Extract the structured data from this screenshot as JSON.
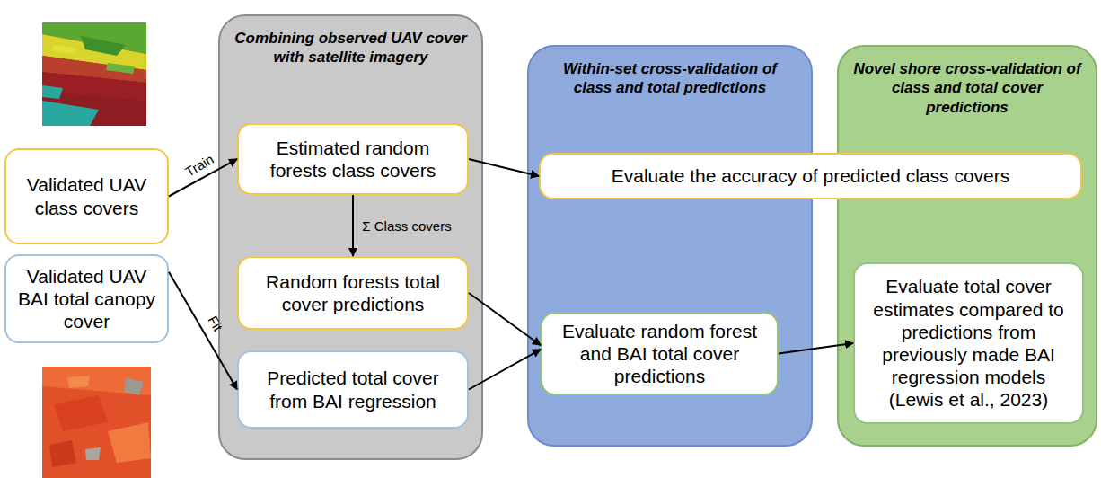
{
  "diagram": {
    "nodes": [
      {
        "text": [
          "Validated UAV class covers"
        ]
      },
      {
        "text": [
          "Validated UAV BAI total canopy cover"
        ]
      },
      {
        "text": [
          "Combining observed UAV cover with satellite imagery"
        ]
      },
      {
        "text": [
          "Estimated random forests class covers"
        ],
        "in": 2
      },
      {
        "text": [
          "Random forests total cover predictions"
        ],
        "in": 2
      },
      {
        "text": [
          "Predicted total cover from BAI regression"
        ],
        "in": 2
      },
      {
        "text": [
          "Within-set cross-validation of class and total predictions"
        ]
      },
      {
        "text": [
          "Novel shore cross-validation of class and total cover predictions"
        ]
      },
      {
        "text": [
          "Evaluate the accuracy of predicted class covers"
        ]
      },
      {
        "text": [
          "Evaluate random forest and BAI total cover predictions"
        ],
        "in": 6
      },
      {
        "text": [
          "Evaluate total cover estimates compared to predictions from previously made BAI regression models (Lewis et al., 2023)"
        ],
        "in": 7
      }
    ],
    "edges": [
      {
        "from": 0,
        "to": 3,
        "arrow": "to",
        "label": "Train"
      },
      {
        "from": 1,
        "to": 5,
        "arrow": "to",
        "label": "Fit"
      },
      {
        "from": 3,
        "to": 4,
        "arrow": "to",
        "label": "Σ Class covers"
      },
      {
        "from": 3,
        "to": 8,
        "arrow": "to"
      },
      {
        "from": 4,
        "to": 9,
        "arrow": "to"
      },
      {
        "from": 5,
        "to": 9,
        "arrow": "to"
      },
      {
        "from": 9,
        "to": 10,
        "arrow": "to"
      }
    ]
  }
}
